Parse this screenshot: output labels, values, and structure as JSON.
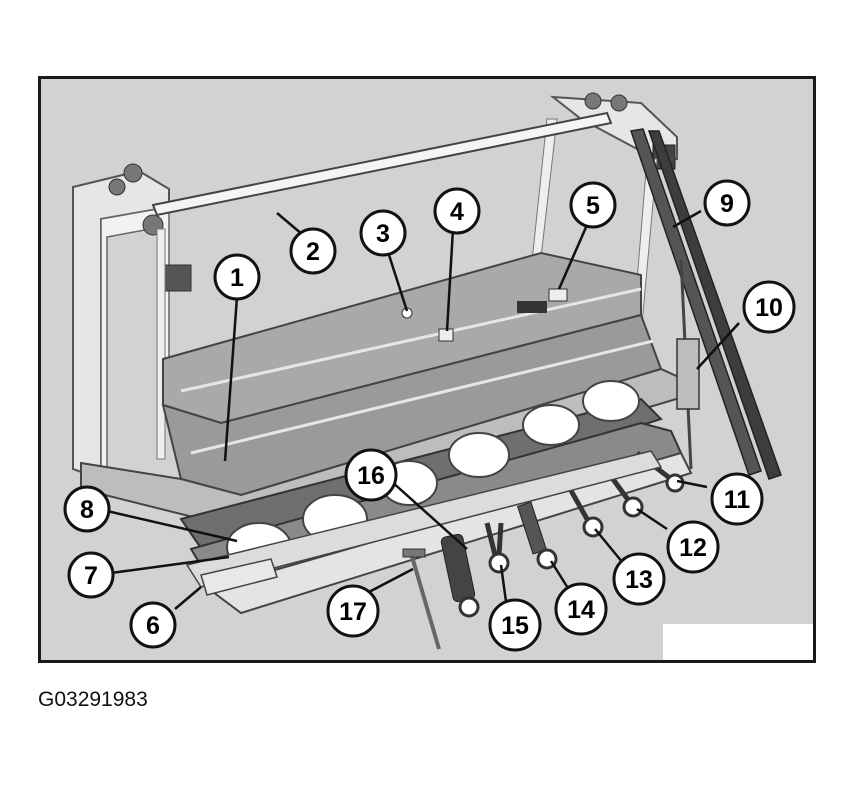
{
  "figure_id": "G03291983",
  "colors": {
    "background": "#d2d2d2",
    "frame": "#1a1a1a",
    "callout_fill": "#ffffff",
    "callout_stroke": "#111111"
  },
  "callouts": [
    {
      "label": "1"
    },
    {
      "label": "2"
    },
    {
      "label": "3"
    },
    {
      "label": "4"
    },
    {
      "label": "5"
    },
    {
      "label": "6"
    },
    {
      "label": "7"
    },
    {
      "label": "8"
    },
    {
      "label": "9"
    },
    {
      "label": "10"
    },
    {
      "label": "11"
    },
    {
      "label": "12"
    },
    {
      "label": "13"
    },
    {
      "label": "14"
    },
    {
      "label": "15"
    },
    {
      "label": "16"
    },
    {
      "label": "17"
    }
  ]
}
